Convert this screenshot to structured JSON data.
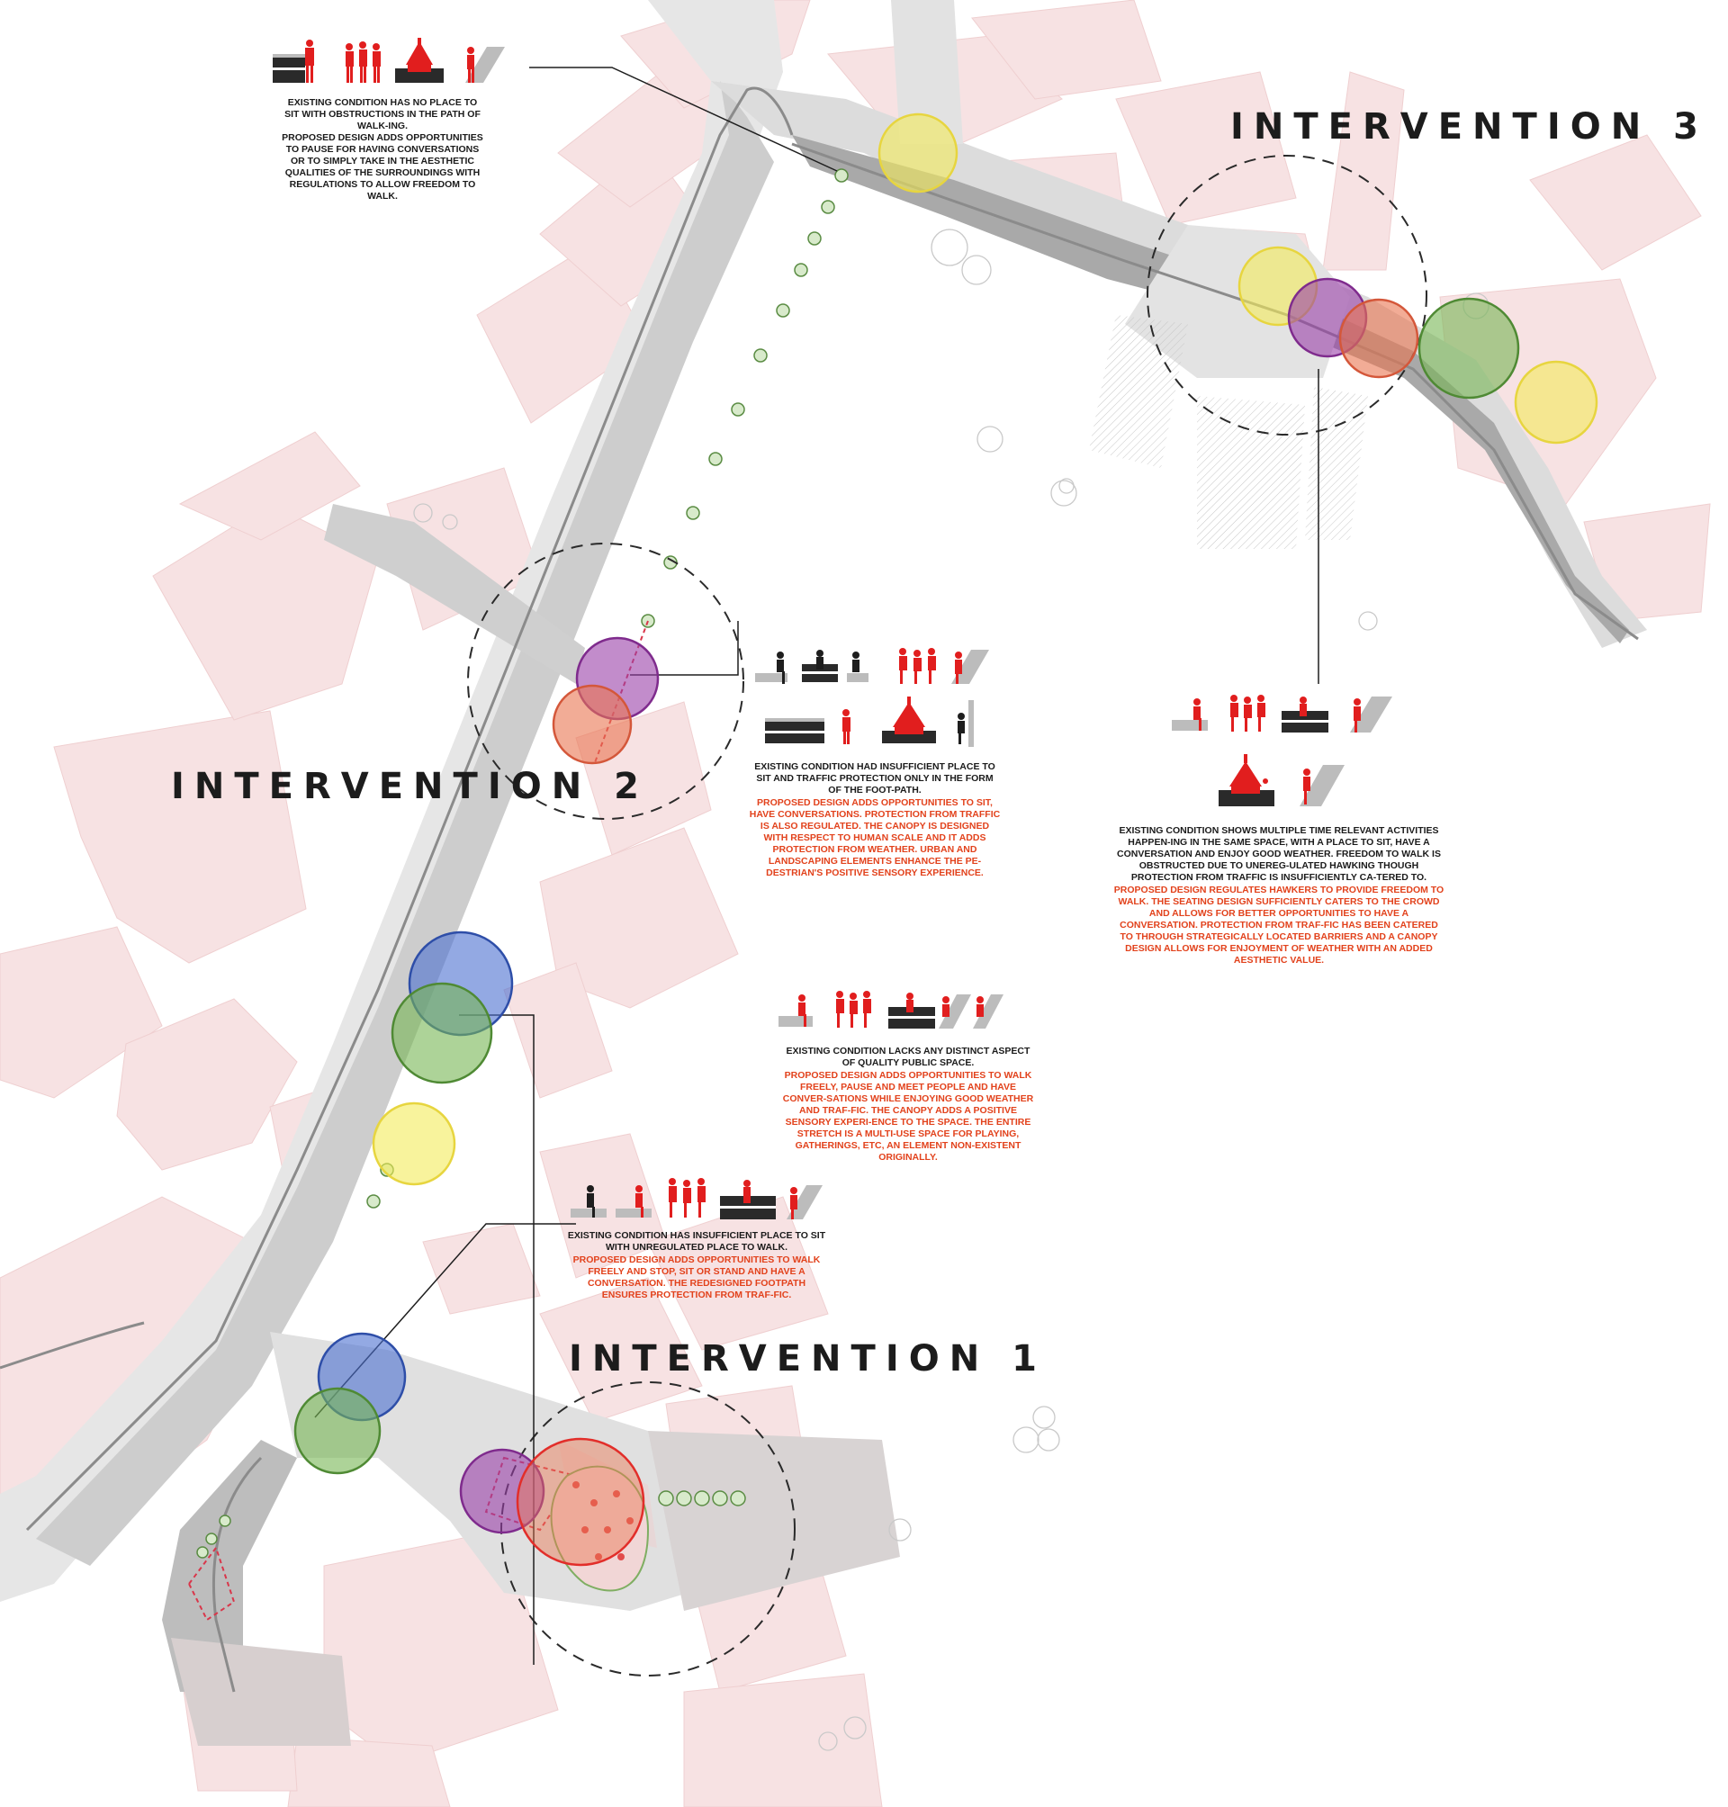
{
  "headings": {
    "intervention_1": "INTERVENTION 1",
    "intervention_2": "INTERVENTION 2",
    "intervention_3": "INTERVENTION 3"
  },
  "notes": {
    "top": {
      "existing": "EXISTING CONDITION HAS NO PLACE TO SIT WITH OBSTRUCTIONS IN THE PATH OF WALK-ING.",
      "proposed": "PROPOSED DESIGN ADDS OPPORTUNITIES TO PAUSE FOR HAVING CONVERSATIONS OR TO SIMPLY TAKE IN THE AESTHETIC QUALITIES OF THE SURROUNDINGS WITH REGULATIONS TO ALLOW FREEDOM TO WALK."
    },
    "intervention_2": {
      "existing": "EXISTING CONDITION HAD INSUFFICIENT PLACE TO SIT AND TRAFFIC PROTECTION ONLY IN THE FORM OF THE FOOT-PATH.",
      "proposed": "PROPOSED DESIGN ADDS OPPORTUNITIES TO SIT, HAVE CONVERSATIONS. PROTECTION FROM TRAFFIC IS ALSO REGULATED. THE CANOPY IS DESIGNED WITH RESPECT TO HUMAN SCALE AND IT ADDS PROTECTION FROM WEATHER. URBAN AND LANDSCAPING ELEMENTS ENHANCE THE PE-DESTRIAN'S POSITIVE SENSORY EXPERIENCE."
    },
    "intervention_3": {
      "existing": "EXISTING CONDITION SHOWS MULTIPLE TIME RELEVANT ACTIVITIES HAPPEN-ING IN THE SAME SPACE, WITH A PLACE TO SIT, HAVE A CONVERSATION AND ENJOY GOOD WEATHER. FREEDOM TO WALK IS OBSTRUCTED DUE TO UNEREG-ULATED HAWKING THOUGH PROTECTION FROM TRAFFIC IS INSUFFICIENTLY CA-TERED TO.",
      "proposed": "PROPOSED DESIGN REGULATES HAWKERS TO PROVIDE FREEDOM TO WALK. THE SEATING DESIGN SUFFICIENTLY CATERS TO THE CROWD AND ALLOWS FOR BETTER OPPORTUNITIES TO HAVE A CONVERSATION. PROTECTION FROM TRAF-FIC HAS BEEN CATERED TO THROUGH STRATEGICALLY LOCATED BARRIERS AND A CANOPY DESIGN ALLOWS FOR ENJOYMENT OF WEATHER WITH AN ADDED AESTHETIC VALUE."
    },
    "middle": {
      "existing": "EXISTING CONDITION LACKS ANY DISTINCT ASPECT OF QUALITY PUBLIC SPACE.",
      "proposed": "PROPOSED DESIGN ADDS OPPORTUNITIES TO WALK FREELY, PAUSE AND MEET PEOPLE AND HAVE CONVER-SATIONS WHILE ENJOYING GOOD WEATHER AND TRAF-FIC. THE CANOPY ADDS A POSITIVE SENSORY EXPERI-ENCE TO THE SPACE. THE ENTIRE STRETCH IS A MULTI-USE SPACE FOR PLAYING, GATHERINGS, ETC, AN ELEMENT NON-EXISTENT ORIGINALLY."
    },
    "intervention_1": {
      "existing": "EXISTING CONDITION HAS INSUFFICIENT PLACE TO SIT WITH UNREGULATED PLACE TO WALK.",
      "proposed": "PROPOSED DESIGN ADDS OPPORTUNITIES TO WALK FREELY AND STOP, SIT OR STAND AND HAVE A CONVERSATION. THE REDESIGNED FOOTPATH ENSURES PROTECTION FROM TRAF-FIC."
    }
  },
  "icon_rows": {
    "top": [
      "road-icon",
      "standing-person-icon",
      "conversation-icon",
      "temple-icon",
      "leaning-person-icon"
    ],
    "intervention_2_row1": [
      "sitting-person-icon",
      "road-icon",
      "sitting-person-icon",
      "conversation-icon",
      "leaning-person-icon"
    ],
    "intervention_2_row2": [
      "road-icon",
      "standing-person-icon",
      "temple-icon",
      "leaning-person-icon"
    ],
    "intervention_3_row1": [
      "sitting-person-icon",
      "conversation-icon",
      "road-icon",
      "leaning-person-icon"
    ],
    "intervention_3_row2": [
      "temple-icon",
      "leaning-person-icon"
    ],
    "middle": [
      "sitting-person-icon",
      "conversation-icon",
      "road-icon",
      "leaning-person-icon",
      "leaning-person-icon"
    ],
    "intervention_1": [
      "sitting-person-icon",
      "sitting-person-icon",
      "conversation-icon",
      "road-icon",
      "leaning-person-icon"
    ]
  },
  "legend_colors": {
    "yellow": "#f3eb5a",
    "purple": "#9a3fa8",
    "orange": "#ea7550",
    "green": "#77b553",
    "blue": "#4b6fd0",
    "red": "#e22e2a",
    "building": "#f7e3e4",
    "street": "#d6d6d6"
  }
}
